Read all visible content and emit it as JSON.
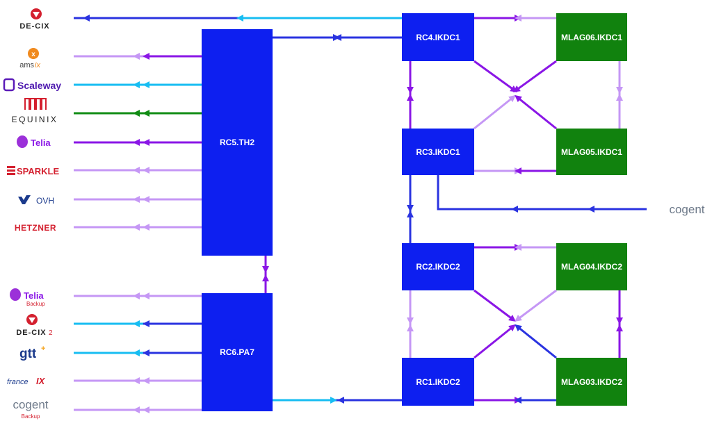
{
  "colors": {
    "router": "#0d1ff0",
    "mlag": "#11820e",
    "purple": "#8a16e6",
    "lilac": "#c597f5",
    "cyan": "#17bdf2",
    "blue": "#2a33e0",
    "green": "#118c14"
  },
  "nodes": {
    "rc5": "RC5.TH2",
    "rc6": "RC6.PA7",
    "rc4": "RC4.IKDC1",
    "rc3": "RC3.IKDC1",
    "rc2": "RC2.IKDC2",
    "rc1": "RC1.IKDC2",
    "mlag06": "MLAG06.IKDC1",
    "mlag05": "MLAG05.IKDC1",
    "mlag04": "MLAG04.IKDC2",
    "mlag03": "MLAG03.IKDC2"
  },
  "peers": {
    "decix": "DE-CIX",
    "amsix_a": "ams",
    "amsix_b": "ix",
    "scaleway": "Scaleway",
    "equinix": "EQUINIX",
    "telia": "Telia",
    "sparkle": "SPARKLE",
    "ovh": "OVH",
    "hetzner": "HETZNER",
    "telia_backup": "Telia",
    "telia_backup_sub": "Backup",
    "decix2": "DE-CIX",
    "decix2_sub": "2",
    "gtt": "gtt",
    "franceix_a": "france",
    "franceix_b": "IX",
    "cogent_backup": "cogent",
    "cogent_backup_sub": "Backup",
    "cogent": "cogent"
  }
}
